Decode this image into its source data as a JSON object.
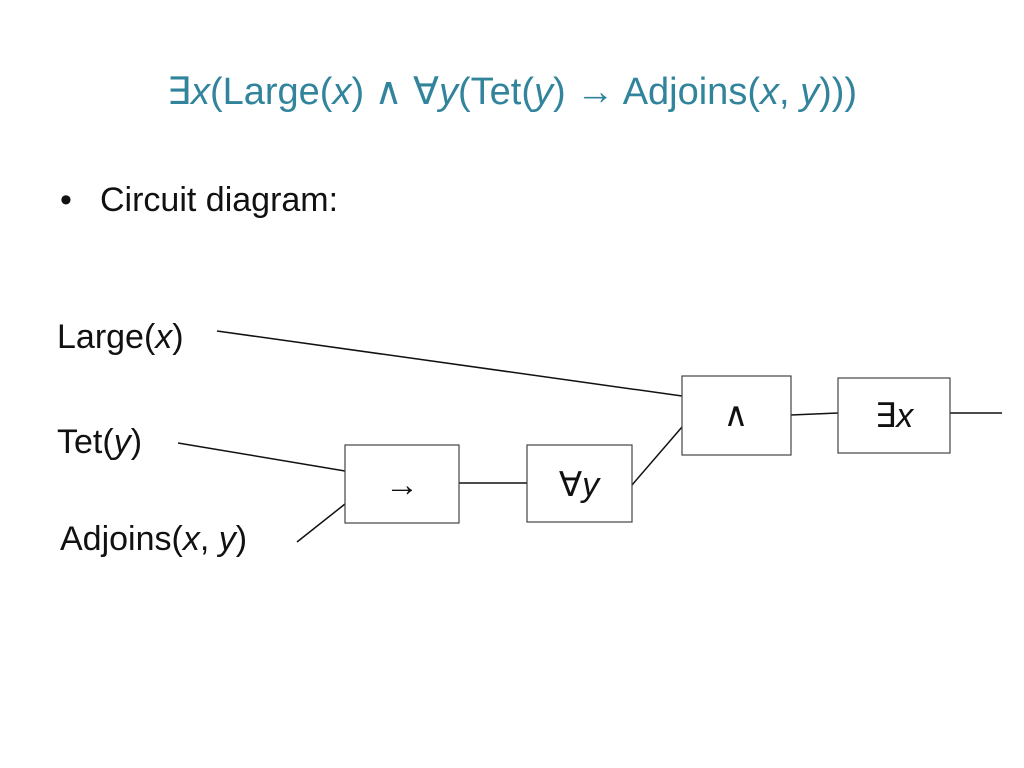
{
  "title": {
    "exists_symbol": "∃",
    "var_x": "x",
    "open_large": "(Large(",
    "var_x2": "x",
    "close_and": ") ∧ ∀",
    "var_y": "y",
    "open_tet": "(Tet(",
    "var_y2": "y",
    "arrow_adjoins": ") → Adjoins(",
    "var_x3": "x",
    "comma": ", ",
    "var_y3": "y",
    "closing": ")))"
  },
  "bullet": {
    "symbol": "•",
    "text": "Circuit diagram:"
  },
  "diagram": {
    "inputs": {
      "large": {
        "name": "Large",
        "open": "(",
        "var": "x",
        "close": ")"
      },
      "tet": {
        "name": "Tet",
        "open": "(",
        "var": "y",
        "close": ")"
      },
      "adjoins": {
        "name": "Adjoins",
        "open": "(",
        "var1": "x",
        "sep": ", ",
        "var2": "y",
        "close": ")"
      }
    },
    "gates": {
      "implies": {
        "symbol": "→"
      },
      "forall": {
        "symbol": "∀",
        "var": "y"
      },
      "and": {
        "symbol": "∧"
      },
      "exists": {
        "symbol": "∃",
        "var": "x"
      }
    }
  }
}
